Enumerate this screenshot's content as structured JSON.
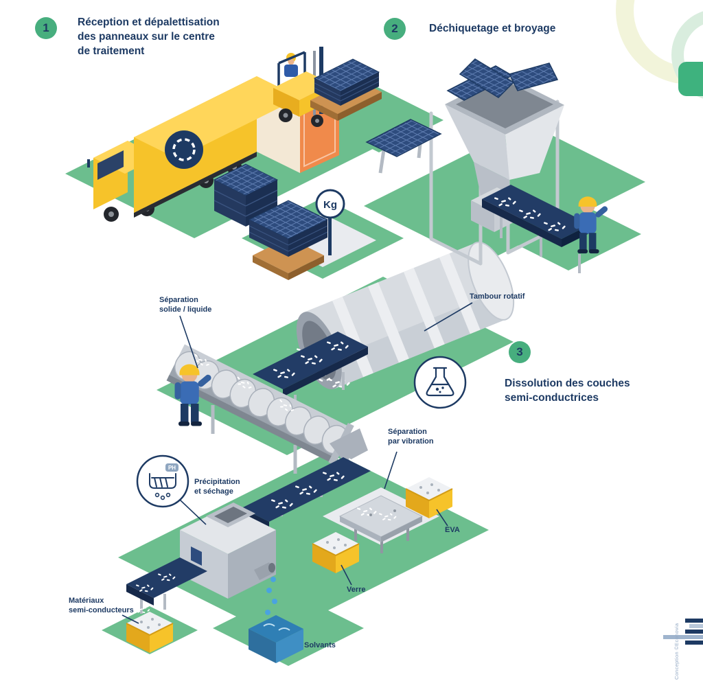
{
  "palette": {
    "navy": "#1D3A63",
    "green_platform": "#6CBE8E",
    "green_accent": "#3EB27E",
    "step_badge_green": "#47AE7E",
    "yellow": "#F6C32A",
    "orange": "#F08A4B",
    "panel_blue": "#2E4C7E",
    "machine_gray": "#CDD2D9",
    "liquid_blue": "#4AA3E0"
  },
  "steps": [
    {
      "number": "1",
      "title": "Réception et dépalettisation\ndes panneaux sur le centre\nde traitement"
    },
    {
      "number": "2",
      "title": "Déchiquetage et broyage"
    },
    {
      "number": "3",
      "title": "Dissolution des couches\nsemi-conductrices"
    }
  ],
  "annotations": {
    "separation_solide_liquide": "Séparation\nsolide / liquide",
    "tambour_rotatif": "Tambour rotatif",
    "separation_par_vibration": "Séparation\npar vibration",
    "precipitation_sechage": "Précipitation\net séchage",
    "eva": "EVA",
    "verre": "Verre",
    "materiaux_semi_conducteurs": "Matériaux\nsemi-conducteurs",
    "solvants": "Solvants"
  },
  "badges": {
    "kg": "Kg",
    "ph": "PH"
  },
  "credit": "Conception ©Econovia"
}
